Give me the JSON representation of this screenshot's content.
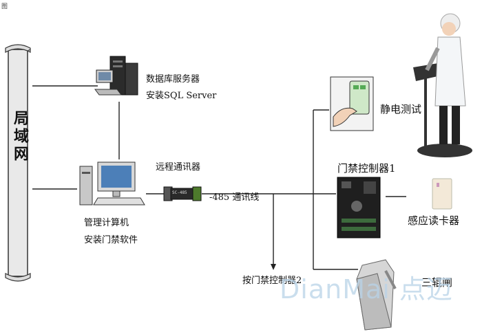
{
  "corner_text": "图",
  "lan": {
    "label": "局域网"
  },
  "db_server": {
    "line1": "数据库服务器",
    "line2": "安装SQL Server"
  },
  "mgmt_pc": {
    "line1": "管理计算机",
    "line2": "安装门禁软件"
  },
  "remote_comm": {
    "label": "远程通讯器"
  },
  "rs485": {
    "label": "-485 通讯线",
    "device_text": "SC-485"
  },
  "static_test": {
    "label": "静电测试"
  },
  "access_ctrl_1": {
    "label": "门禁控制器1"
  },
  "card_reader": {
    "label": "感应读卡器"
  },
  "access_ctrl_2": {
    "label": "按门禁控制器2"
  },
  "turnstile": {
    "label": "三辊闸"
  },
  "watermark": {
    "text": "DianMai 点迈"
  }
}
